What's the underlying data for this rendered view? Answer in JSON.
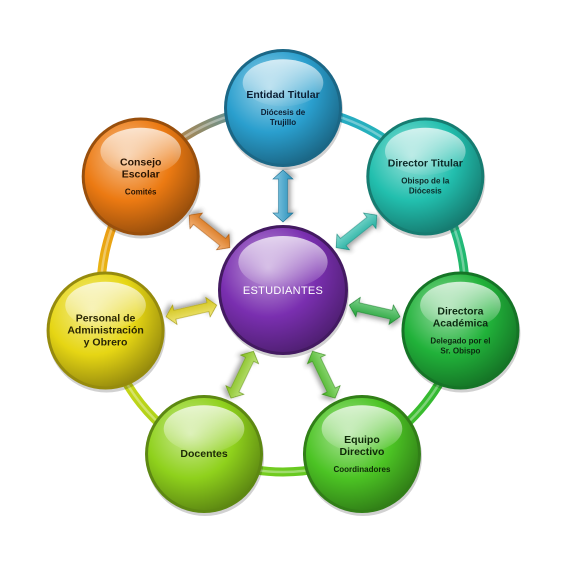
{
  "center": {
    "label": "ESTUDIANTES",
    "color": "#7a2fb0"
  },
  "nodes": [
    {
      "id": "entidad-titular",
      "title": [
        "Entidad Titular"
      ],
      "subtitle": [
        "Diócesis de",
        "Trujillo"
      ],
      "color": "#2a9fce",
      "text_color": "#0b1e33"
    },
    {
      "id": "director-titular",
      "title": [
        "Director Titular"
      ],
      "subtitle": [
        "Obispo de la",
        "Diócesis"
      ],
      "color": "#22bfae",
      "text_color": "#0b2a28"
    },
    {
      "id": "directora-academica",
      "title": [
        "Directora",
        "Académica"
      ],
      "subtitle": [
        "Delegado por el",
        "Sr. Obispo"
      ],
      "color": "#21b23a",
      "text_color": "#0b2a10"
    },
    {
      "id": "equipo-directivo",
      "title": [
        "Equipo",
        "Directivo"
      ],
      "subtitle": [
        "Coordinadores"
      ],
      "color": "#4cc424",
      "text_color": "#0f2a08"
    },
    {
      "id": "docentes",
      "title": [
        "Docentes"
      ],
      "subtitle": [],
      "color": "#8fd11c",
      "text_color": "#1d2a06"
    },
    {
      "id": "personal-administracion",
      "title": [
        "Personal de",
        "Administración",
        "y Obrero"
      ],
      "subtitle": [],
      "color": "#e6d614",
      "text_color": "#2a2604"
    },
    {
      "id": "consejo-escolar",
      "title": [
        "Consejo",
        "Escolar"
      ],
      "subtitle": [
        "Comités"
      ],
      "color": "#ec7a12",
      "text_color": "#2a1503"
    }
  ]
}
